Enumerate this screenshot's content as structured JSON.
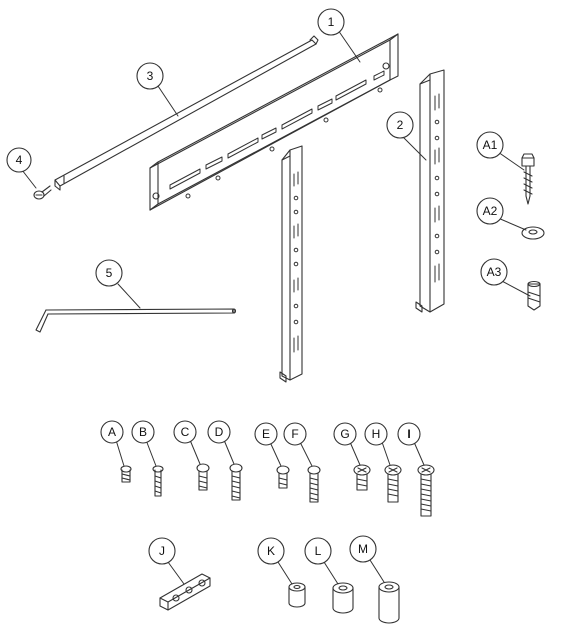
{
  "parts": [
    {
      "id": "p1",
      "label": "1"
    },
    {
      "id": "p2",
      "label": "2"
    },
    {
      "id": "p3",
      "label": "3"
    },
    {
      "id": "p4",
      "label": "4"
    },
    {
      "id": "p5",
      "label": "5"
    },
    {
      "id": "pA1",
      "label": "A1"
    },
    {
      "id": "pA2",
      "label": "A2"
    },
    {
      "id": "pA3",
      "label": "A3"
    }
  ],
  "hardware": [
    {
      "id": "hA",
      "label": "A"
    },
    {
      "id": "hB",
      "label": "B"
    },
    {
      "id": "hC",
      "label": "C"
    },
    {
      "id": "hD",
      "label": "D"
    },
    {
      "id": "hE",
      "label": "E"
    },
    {
      "id": "hF",
      "label": "F"
    },
    {
      "id": "hG",
      "label": "G"
    },
    {
      "id": "hH",
      "label": "H"
    },
    {
      "id": "hI",
      "label": "I"
    },
    {
      "id": "hJ",
      "label": "J"
    },
    {
      "id": "hK",
      "label": "K"
    },
    {
      "id": "hL",
      "label": "L"
    },
    {
      "id": "hM",
      "label": "M"
    }
  ],
  "colors": {
    "line": "#333333",
    "fill": "#ffffff"
  }
}
